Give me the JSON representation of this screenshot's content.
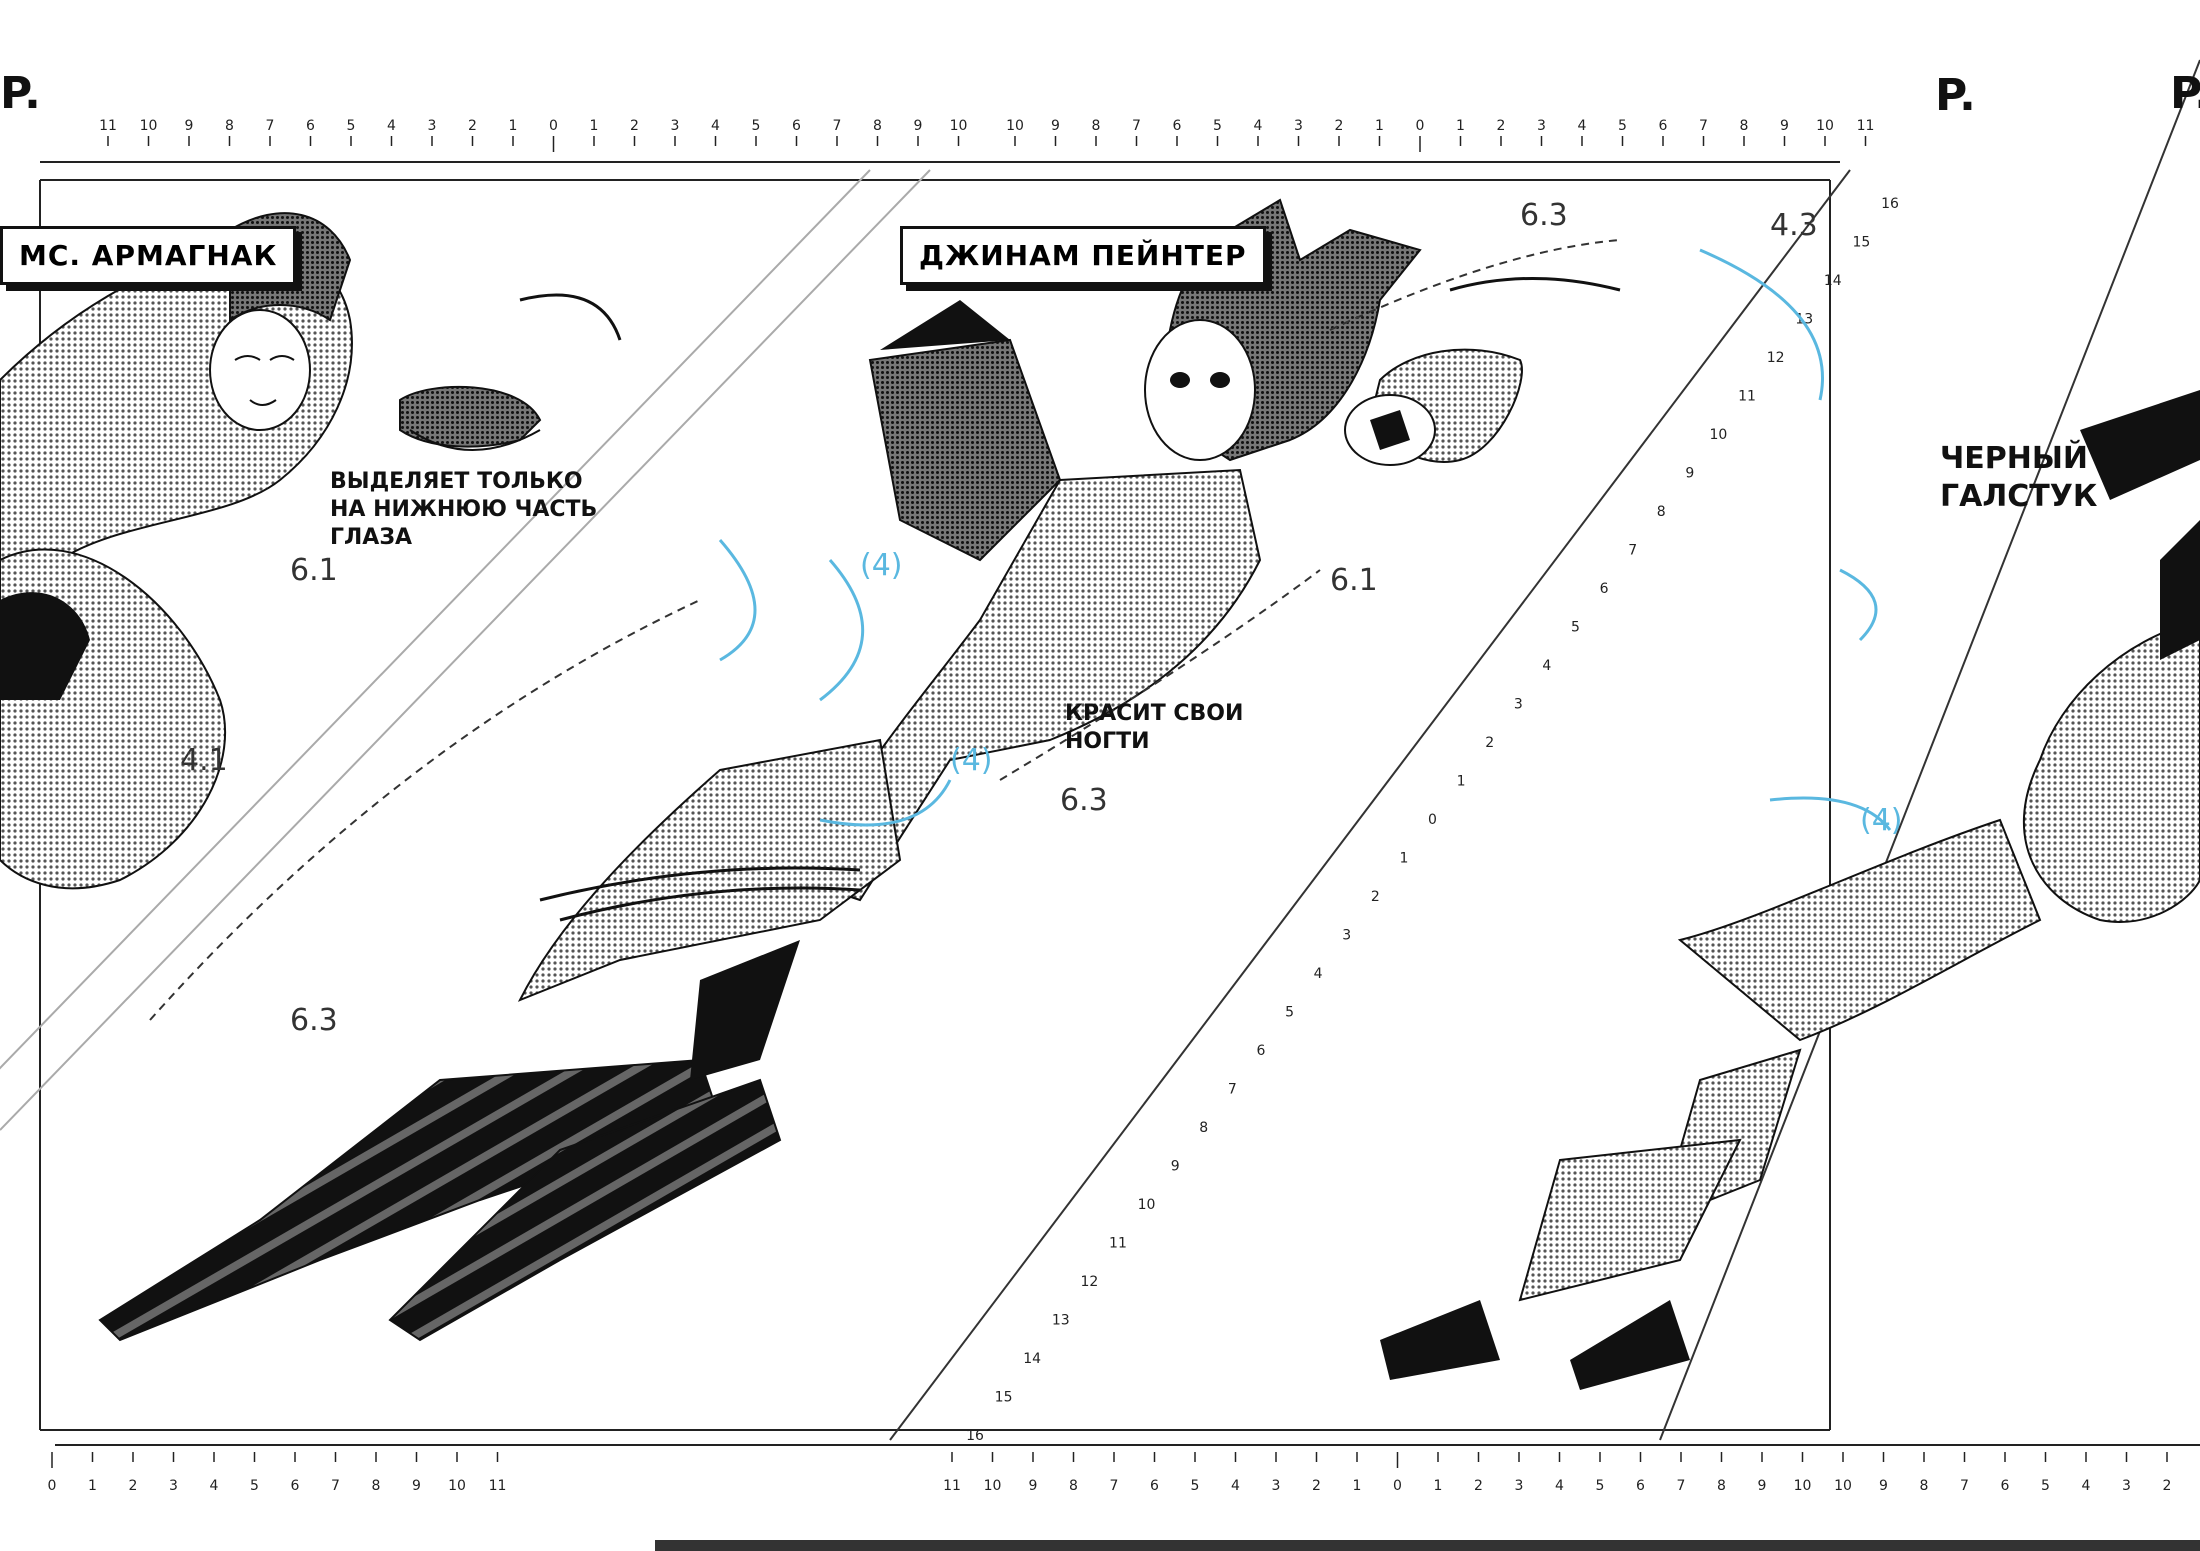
{
  "page": {
    "corner_letters": [
      "P.",
      "P.",
      "P."
    ],
    "characters": [
      {
        "name": "МС. АРМАГНАК"
      },
      {
        "name": "ДЖИНАМ ПЕЙНТЕР"
      },
      {
        "name": ""
      }
    ],
    "notes": [
      {
        "lines": [
          "ВЫДЕЛЯЕТ ТОЛЬКО",
          "НА НИЖНЮЮ ЧАСТЬ",
          "ГЛАЗА"
        ]
      },
      {
        "lines": [
          "КРАСИТ СВОИ",
          "НОГТИ"
        ]
      },
      {
        "lines": [
          "ЧЕРНЫЙ",
          "ГАЛСТУК"
        ]
      }
    ],
    "ruler_ticks_top_left": [
      "11",
      "10",
      "9",
      "8",
      "7",
      "6",
      "5",
      "4",
      "3",
      "2",
      "1",
      "0",
      "1",
      "2",
      "3",
      "4",
      "5",
      "6",
      "7",
      "8",
      "9",
      "10"
    ],
    "ruler_ticks_top_right": [
      "10",
      "9",
      "8",
      "7",
      "6",
      "5",
      "4",
      "3",
      "2",
      "1",
      "0",
      "1",
      "2",
      "3",
      "4",
      "5",
      "6",
      "7",
      "8",
      "9",
      "10",
      "11"
    ],
    "ruler_ticks_bottom_left": [
      "0",
      "1",
      "2",
      "3",
      "4",
      "5",
      "6",
      "7",
      "8",
      "9",
      "10",
      "11"
    ],
    "ruler_ticks_bottom_right": [
      "11",
      "10",
      "9",
      "8",
      "7",
      "6",
      "5",
      "4",
      "3",
      "2",
      "1",
      "0",
      "1",
      "2",
      "3",
      "4",
      "5",
      "6",
      "7",
      "8",
      "9",
      "10",
      "10",
      "9",
      "8",
      "7",
      "6",
      "5",
      "4",
      "3",
      "2"
    ],
    "ruler_ticks_vertical": [
      "16",
      "15",
      "14",
      "13",
      "12",
      "11",
      "10",
      "9",
      "8",
      "7",
      "6",
      "5",
      "4",
      "3",
      "2",
      "1",
      "0",
      "1",
      "2",
      "3",
      "4",
      "5",
      "6",
      "7",
      "8",
      "9",
      "10",
      "11",
      "12",
      "13",
      "14",
      "15",
      "16"
    ],
    "measure_marks": [
      "6.3",
      "4.3",
      "6.1",
      "6.1",
      "4.1",
      "6.3",
      "6.3",
      "(4)",
      "(4)",
      "(4)"
    ],
    "colors": {
      "ink": "#111111",
      "paper": "#ffffff",
      "screen": "#8a8a8a",
      "accent": "#5ab8e0"
    }
  }
}
